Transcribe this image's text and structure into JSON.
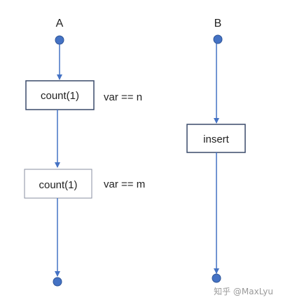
{
  "diagram": {
    "lane_a": {
      "label": "A"
    },
    "lane_b": {
      "label": "B"
    },
    "box_a1": {
      "text": "count(1)"
    },
    "note_a1": {
      "text": "var == n"
    },
    "box_a2": {
      "text": "count(1)"
    },
    "note_a2": {
      "text": "var == m"
    },
    "box_b1": {
      "text": "insert"
    },
    "colors": {
      "line": "#4472c4",
      "node": "#4472c4",
      "box_border": "#3a4a6a"
    }
  },
  "watermark": {
    "text": "知乎 @MaxLyu"
  }
}
